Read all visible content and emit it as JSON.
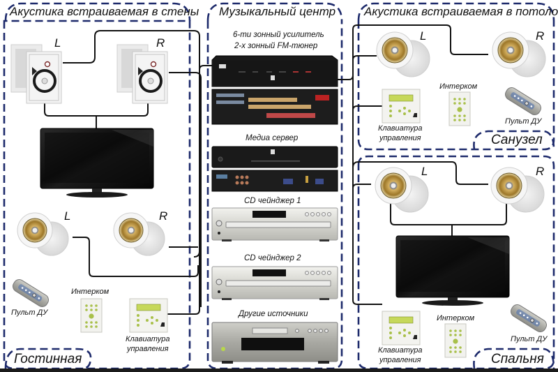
{
  "zones": {
    "wall_acoustics": {
      "title": "Акустика встраиваемая в стены"
    },
    "music_center": {
      "title": "Музыкальный центр"
    },
    "ceiling_acoustics": {
      "title": "Акустика встраиваемая в потолок"
    }
  },
  "rooms": {
    "living_room": {
      "title": "Гостинная",
      "wall_speaker_left": "L",
      "wall_speaker_right": "R",
      "ceiling_speaker_left": "L",
      "ceiling_speaker_right": "R",
      "remote": "Пульт ДУ",
      "intercom": "Интерком",
      "keypad_line1": "Клавиатура",
      "keypad_line2": "управления"
    },
    "bathroom": {
      "title": "Санузел",
      "speaker_left": "L",
      "speaker_right": "R",
      "intercom": "Интерком",
      "remote": "Пульт ДУ",
      "keypad_line1": "Клавиатура",
      "keypad_line2": "управления"
    },
    "bedroom": {
      "title": "Спальня",
      "speaker_left": "L",
      "speaker_right": "R",
      "intercom": "Интерком",
      "remote": "Пульт ДУ",
      "keypad_line1": "Клавиатура",
      "keypad_line2": "управления"
    }
  },
  "music_center": {
    "amplifier_line1": "6-ти зонный усилитель",
    "amplifier_line2": "2-х зонный FM-тюнер",
    "media_server": "Медиа сервер",
    "cd_changer_1": "CD чейнджер 1",
    "cd_changer_2": "CD чейнджер 2",
    "other_sources": "Другие источники"
  },
  "colors": {
    "dash_border": "#1d2a6b",
    "wire": "#111111",
    "device_dark": "#1a1a1a",
    "device_silver": "#d9d9d4",
    "brass": "#b9923a"
  }
}
